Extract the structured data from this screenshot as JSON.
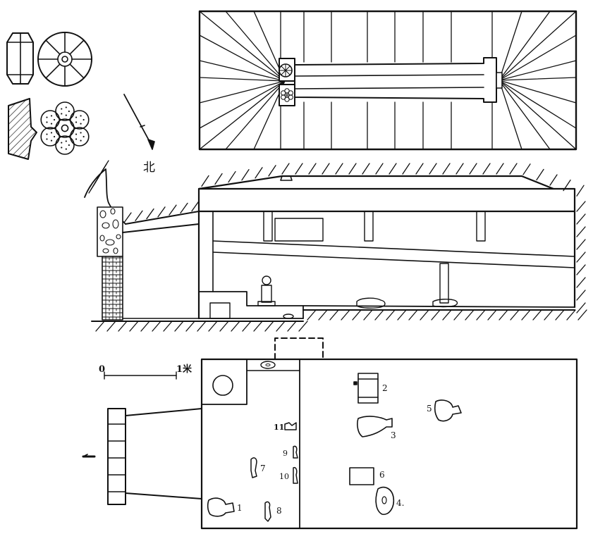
{
  "north_label": "北",
  "scale": {
    "start": "0",
    "end": "1米"
  },
  "plan_labels": [
    "1",
    "2",
    "3",
    "4.",
    "5",
    "6",
    "7",
    "8",
    "9",
    "10",
    "11"
  ],
  "colors": {
    "ink": "#111111",
    "paper": "#ffffff"
  }
}
